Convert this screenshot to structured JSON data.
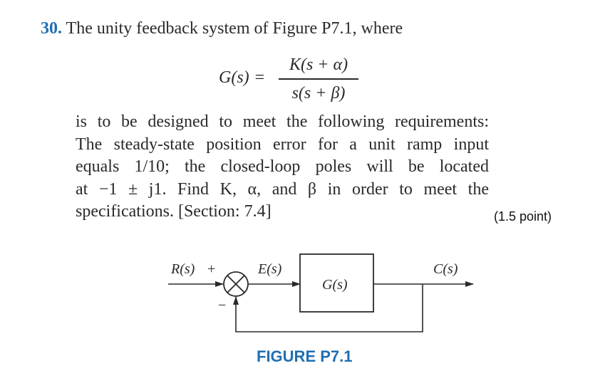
{
  "problem": {
    "number": "30.",
    "intro": "The unity feedback system of Figure P7.1, where",
    "equation": {
      "lhs": "G(s)",
      "equals": "=",
      "numerator": "K(s + α)",
      "denominator": "s(s + β)"
    },
    "body_lines": [
      "is to be designed to meet the following requirements:",
      "The steady-state position error for a unit ramp input",
      "equals 1/10; the closed-loop poles will be located",
      "at −1 ± j1. Find K, α, and β in order to meet the",
      "specifications. [Section: 7.4]"
    ],
    "points": "(1.5 point)"
  },
  "figure": {
    "input_label": "R(s)",
    "plus_sign": "+",
    "minus_sign": "−",
    "error_label": "E(s)",
    "block_label": "G(s)",
    "output_label": "C(s)",
    "caption": "FIGURE P7.1"
  },
  "colors": {
    "accent": "#1f6fb2",
    "text": "#2a2a2a"
  }
}
